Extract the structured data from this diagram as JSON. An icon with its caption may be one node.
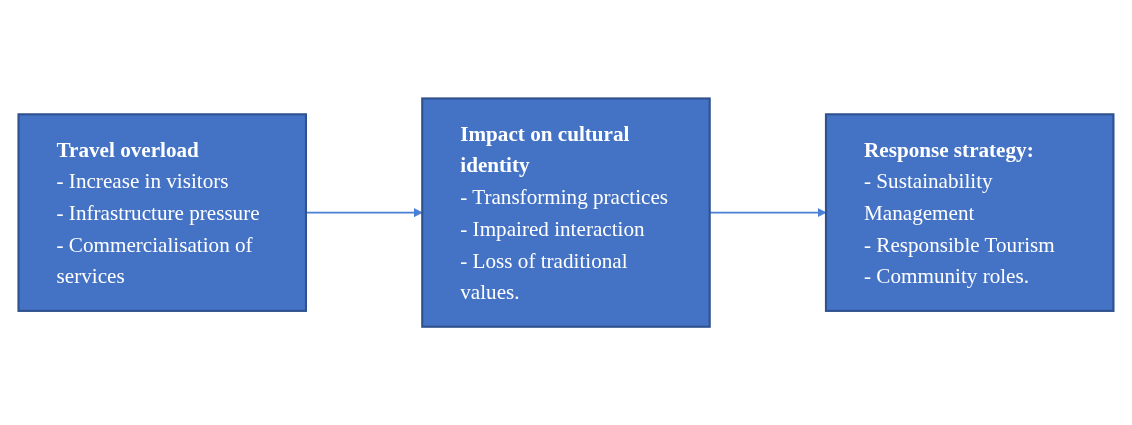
{
  "diagram": {
    "nodes": [
      {
        "text": [
          "Travel overload",
          "- Increase in visitors",
          "- Infrastructure pressure",
          "- Commercialisation of services"
        ]
      },
      {
        "text": [
          "Impact on cultural identity",
          "- Transforming practices",
          "- Impaired interaction",
          "- Loss of traditional values."
        ]
      },
      {
        "text": [
          "Response strategy:",
          "- Sustainability Management",
          "- Responsible Tourism",
          "- Community roles."
        ]
      }
    ],
    "edges": [
      {
        "from": 0,
        "to": 1,
        "arrow": "to"
      },
      {
        "from": 1,
        "to": 2,
        "arrow": "to"
      }
    ]
  }
}
